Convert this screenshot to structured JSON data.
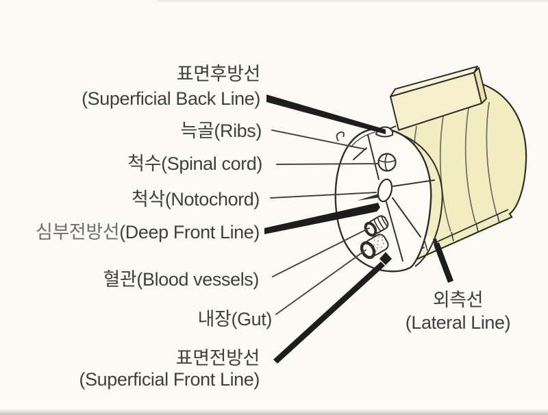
{
  "figure": {
    "background": "#fbfaf5",
    "colors": {
      "body_fill": "#f2edc1",
      "fin_front": "#f5f0c9",
      "fin_top": "#faf5d8",
      "fin_end": "#ece2ae",
      "face_fill": "#fcfbf4",
      "outline": "#2f2d28",
      "segment_line": "#6e6a5c",
      "pointer_thick": "#1d1d1d",
      "pointer_thin": "#47453f",
      "text": "#3f3f3f",
      "text_light": "#6f6f6f"
    },
    "labels": {
      "superficial_back_line": {
        "ko": "표면후방선",
        "en": "(Superficial Back Line)"
      },
      "ribs": "늑골(Ribs)",
      "spinal_cord": "척수(Spinal cord)",
      "notochord": "척삭(Notochord)",
      "deep_front_line": {
        "ko": "심부전방선",
        "en": "(Deep Front Line)"
      },
      "blood_vessels": "혈관(Blood vessels)",
      "gut": "내장(Gut)",
      "superficial_front_line": {
        "ko": "표면전방선",
        "en": "(Superficial Front Line)"
      },
      "lateral_line": {
        "ko": "외측선",
        "en": "(Lateral Line)"
      }
    }
  }
}
